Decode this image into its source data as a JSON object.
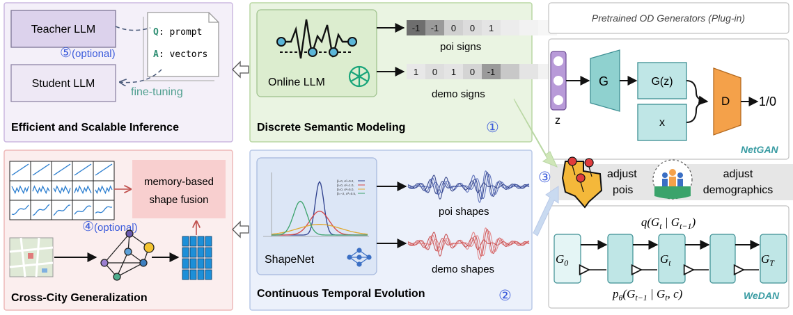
{
  "panels": {
    "efficient": {
      "title": "Efficient and Scalable Inference",
      "teacher": "Teacher LLM",
      "student": "Student LLM",
      "q_key": "Q",
      "q_val": ": prompt",
      "a_key": "A",
      "a_val": ": vectors",
      "optional_num": "⑤",
      "optional_text": "(optional)",
      "finetune": "fine-tuning"
    },
    "discrete": {
      "title": "Discrete Semantic Modeling",
      "online": "Online LLM",
      "poi_label": "poi signs",
      "demo_label": "demo signs",
      "poi_values": [
        "-1",
        "-1",
        "0",
        "0",
        "1"
      ],
      "demo_values": [
        "1",
        "0",
        "1",
        "0",
        "-1"
      ],
      "num": "①"
    },
    "generators": {
      "title": "Pretrained OD Generators (Plug-in)",
      "netgan": {
        "z": "z",
        "g": "G",
        "gz": "G(z)",
        "x": "x",
        "d": "D",
        "out": "1/0",
        "name": "NetGAN"
      },
      "wedan": {
        "name": "WeDAN",
        "g0": "G",
        "g0_sub": "0",
        "gt": "G",
        "gt_sub": "t",
        "gT": "G",
        "gT_sub": "T",
        "q": "q(G",
        "q_sub": "t",
        "q_mid": " | G",
        "q_sub2": "t−1",
        "q_end": ")",
        "p": "p",
        "p_sub": "θ",
        "p_mid": "(G",
        "p_sub2": "t−1",
        "p_mid2": " | G",
        "p_sub3": "t",
        "p_end": ", c)"
      }
    },
    "adjust": {
      "num": "③",
      "pois_l1": "adjust",
      "pois_l2": "pois",
      "demo_l1": "adjust",
      "demo_l2": "demographics"
    },
    "crosscity": {
      "title": "Cross-City Generalization",
      "fusion_l1": "memory-based",
      "fusion_l2": "shape fusion",
      "optional_num": "④",
      "optional_text": "(optional)"
    },
    "continuous": {
      "title": "Continuous Temporal Evolution",
      "shapenet": "ShapeNet",
      "poi_label": "poi shapes",
      "demo_label": "demo shapes",
      "legend": [
        "β=0,  σ²=0.2,",
        "β=0,  σ²=1.0,",
        "β=0,  σ²=5.0,",
        "β=−2, σ²=0.5,"
      ],
      "num": "②"
    }
  },
  "colors": {
    "purple_bg": "#f1ecf7",
    "purple_border": "#cbb8e0",
    "green_bg": "#eaf4e2",
    "green_border": "#b9d7a3",
    "pink_bg": "#fbeeee",
    "pink_border": "#eeb9b9",
    "blue_bg": "#ecf1fb",
    "blue_border": "#b9c9e8",
    "teal_box": "#cbe9ea",
    "teal_border": "#3d8f93",
    "orange": "#f4a14a",
    "wave_blue": "#2c3e8c",
    "wave_red": "#d64545",
    "accent_blue": "#3b5bdb",
    "netgan_teal": "#3a9ca3"
  }
}
